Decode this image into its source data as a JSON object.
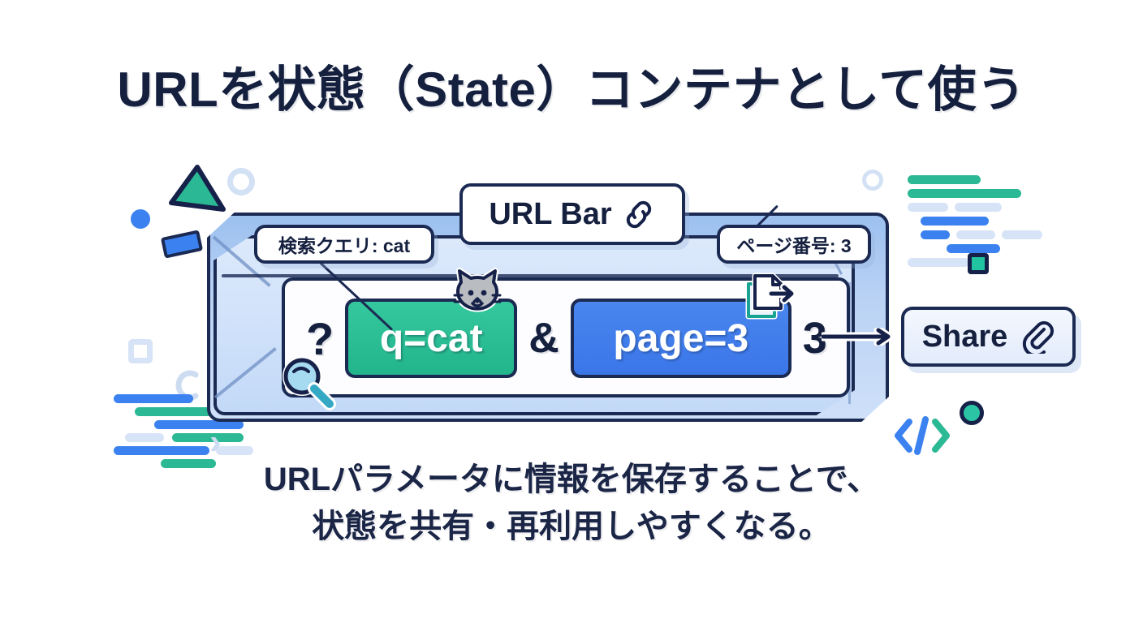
{
  "title": "URLを状態（State）コンテナとして使う",
  "caption": {
    "line1": "URLパラメータに情報を保存することで、",
    "line2": "状態を共有・再利用しやすくなる。"
  },
  "urlbar": {
    "callout_label": "URL Bar",
    "callout_icon": "link-icon",
    "prefix": "?",
    "separator": "&",
    "suffix": "3",
    "params": [
      {
        "text": "q=cat",
        "color": "#22b58c",
        "icon": "cat-icon",
        "badge_icon": "magnifier-icon"
      },
      {
        "text": "page=3",
        "color": "#3a76e8",
        "icon": "document-arrow-icon"
      }
    ]
  },
  "annotations": [
    {
      "name": "search-query",
      "label": "検索クエリ: cat"
    },
    {
      "name": "page-number",
      "label": "ページ番号: 3"
    }
  ],
  "share": {
    "label": "Share",
    "icon": "paperclip-icon"
  },
  "decorations": {
    "left": [
      "triangle-teal",
      "dot-blue",
      "circle-outline",
      "rect-blue",
      "square-outline",
      "arc-c",
      "code-lines",
      "chevron-right"
    ],
    "right": [
      "circle-outline",
      "code-lines",
      "square-teal",
      "circle-teal",
      "code-tag"
    ],
    "code_tag": "</>",
    "chevron": "›"
  },
  "colors": {
    "ink": "#15203f",
    "accent_green": "#22b58c",
    "accent_blue": "#3a76e8",
    "bar_fill": "#cfe1fa",
    "background": "#ffffff"
  }
}
